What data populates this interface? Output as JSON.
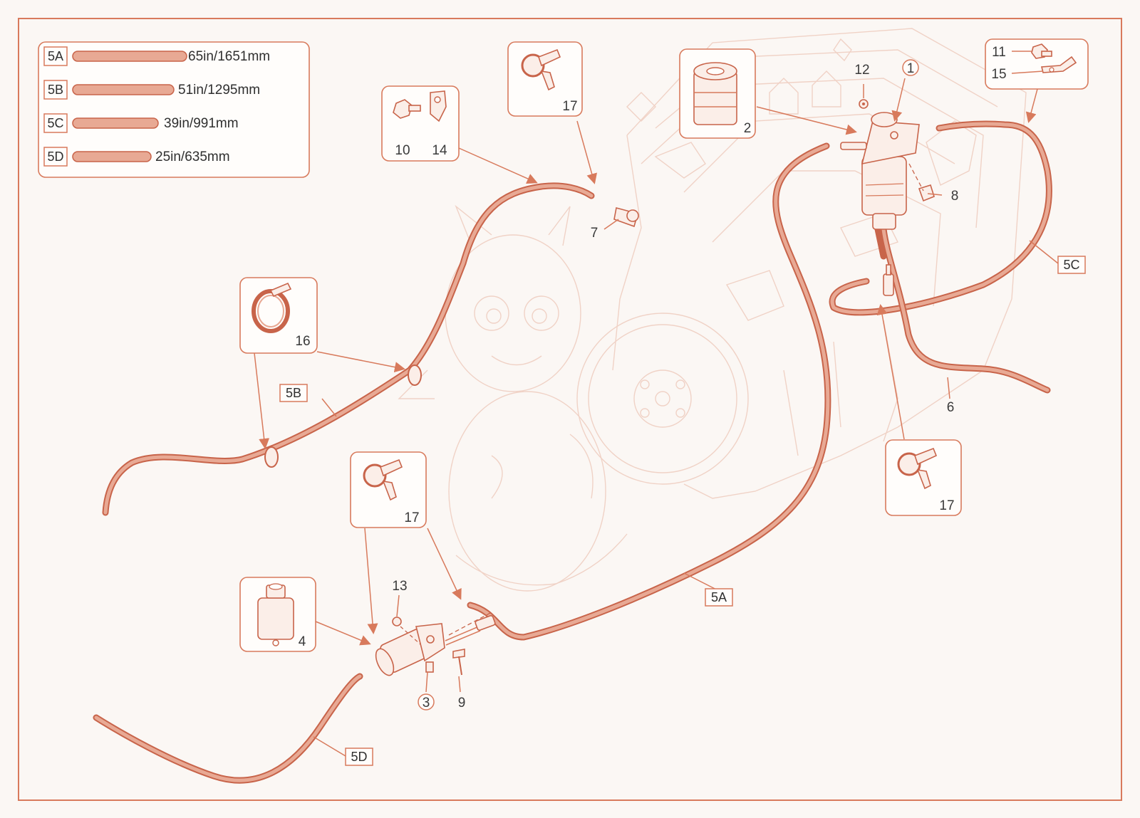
{
  "legend": [
    {
      "tag": "5A",
      "length": "65in/1651mm"
    },
    {
      "tag": "5B",
      "length": "51in/1295mm"
    },
    {
      "tag": "5C",
      "length": "39in/991mm"
    },
    {
      "tag": "5D",
      "length": "25in/635mm"
    }
  ],
  "callouts": {
    "c1": "1",
    "c2": "2",
    "c3": "3",
    "c4": "4",
    "c6": "6",
    "c7": "7",
    "c8": "8",
    "c9": "9",
    "c10": "10",
    "c11": "11",
    "c12": "12",
    "c13": "13",
    "c14": "14",
    "c15": "15",
    "c16": "16",
    "c17a": "17",
    "c17b": "17",
    "c17c": "17"
  },
  "hose_tags": {
    "t5a": "5A",
    "t5b": "5B",
    "t5c": "5C",
    "t5d": "5D"
  },
  "colors": {
    "accent": "#d87a5c",
    "hose": "#c8644a",
    "background": "#fbf7f4"
  }
}
